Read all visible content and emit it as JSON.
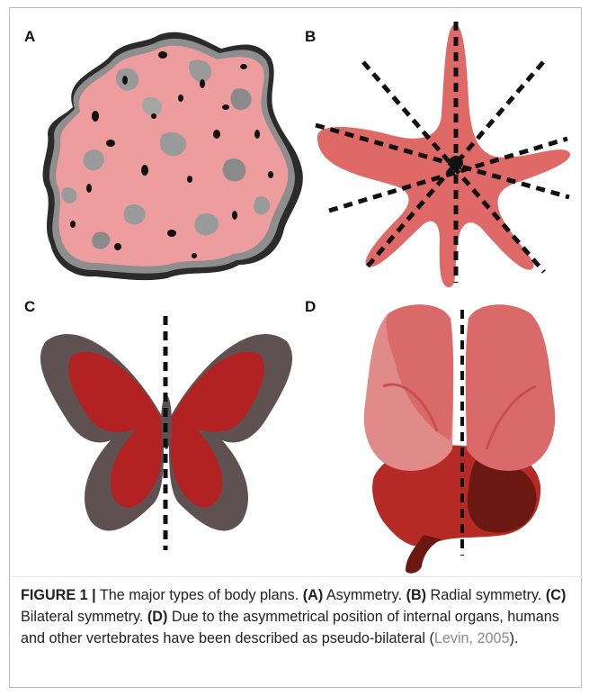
{
  "figure": {
    "panels": [
      {
        "letter": "A",
        "content": "sponge-like asymmetric organism"
      },
      {
        "letter": "B",
        "content": "starfish with radial symmetry axes"
      },
      {
        "letter": "C",
        "content": "butterfly with single symmetry axis"
      },
      {
        "letter": "D",
        "content": "lungs, liver and stomach with midline axis"
      }
    ],
    "colors": {
      "pink": "#ee9d9f",
      "starfish": "#de6967",
      "butterfly_outer": "#5f5152",
      "butterfly_inner": "#b32222",
      "lungs": "#d96a69",
      "liver": "#b62a25",
      "stomach": "#6b1812"
    }
  },
  "caption": {
    "label": "FIGURE 1",
    "separator": "|",
    "intro": " The major types of body plans. ",
    "a_tag": "(A)",
    "a_text": " Asymmetry. ",
    "b_tag": "(B)",
    "b_text": " Radial symmetry. ",
    "c_tag": "(C)",
    "c_text": " Bilateral symmetry. ",
    "d_tag": "(D)",
    "d_text": " Due to the asymmetrical position of internal organs, humans and other vertebrates have been described as pseudo-bilateral (",
    "ref": "Levin, 2005",
    "end": ")."
  }
}
